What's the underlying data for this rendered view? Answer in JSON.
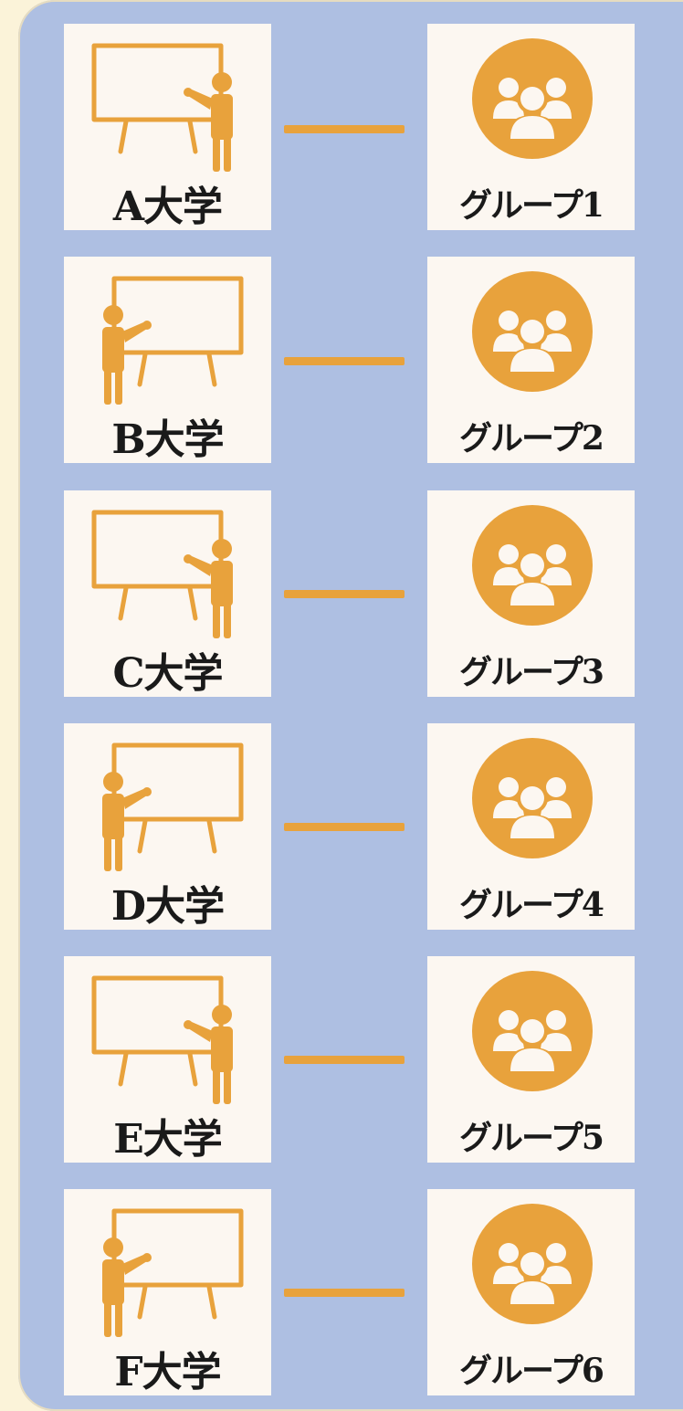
{
  "colors": {
    "page_bg": "#fbf3d9",
    "panel_bg": "#aebfe2",
    "card_bg": "#fcf7f1",
    "accent": "#e8a23c",
    "text": "#1a1a1a"
  },
  "rows": [
    {
      "university": "A大学",
      "group": "グループ1",
      "teacher_side": "right"
    },
    {
      "university": "B大学",
      "group": "グループ2",
      "teacher_side": "left"
    },
    {
      "university": "C大学",
      "group": "グループ3",
      "teacher_side": "right"
    },
    {
      "university": "D大学",
      "group": "グループ4",
      "teacher_side": "left"
    },
    {
      "university": "E大学",
      "group": "グループ5",
      "teacher_side": "right"
    },
    {
      "university": "F大学",
      "group": "グループ6",
      "teacher_side": "left"
    }
  ]
}
